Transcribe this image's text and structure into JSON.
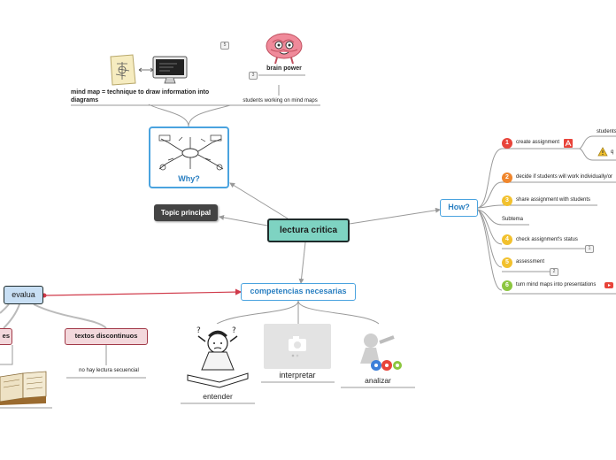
{
  "central": "lectura critica",
  "topic_principal": "Topic principal",
  "why": {
    "label": "Why?",
    "mind_map_desc": "mind map = technique to draw information into diagrams",
    "brain_power": "brain power",
    "students_mind_maps": "students working on mind maps",
    "badge_top": "5",
    "badge_brain": "3"
  },
  "how": {
    "label": "How?",
    "items": [
      {
        "number": "1",
        "text": "create assignment",
        "color": "#e8443a"
      },
      {
        "number": "2",
        "text": "decide if students will work individually/or",
        "color": "#f0862c"
      },
      {
        "number": "3",
        "text": "share assignment with students",
        "color": "#f2c12e"
      },
      {
        "number": "",
        "text": "Subtema",
        "color": ""
      },
      {
        "number": "4",
        "text": "check assignment's status",
        "color": "#f2c12e"
      },
      {
        "number": "5",
        "text": "assessment",
        "color": "#f2c12e"
      },
      {
        "number": "6",
        "text": "turn mind maps into presentations",
        "color": "#8cc63f"
      }
    ],
    "sub_students": "students",
    "sub_q": "q",
    "badge_status": "1",
    "badge_assessment": "2"
  },
  "competencias": {
    "label": "competencias necesarias",
    "items": [
      "entender",
      "interpretar",
      "analizar"
    ]
  },
  "evalua": {
    "label": "evalua",
    "textos_discontinuos": "textos discontinuos",
    "pink_left": "es",
    "no_lectura": "no hay lectura secuencial"
  },
  "colors": {
    "central": "#7ed3c2",
    "blue": "#4aa3df",
    "evalua": "#c8dff4",
    "pink": "#f3d8dc",
    "red_link": "#d03a4a"
  }
}
